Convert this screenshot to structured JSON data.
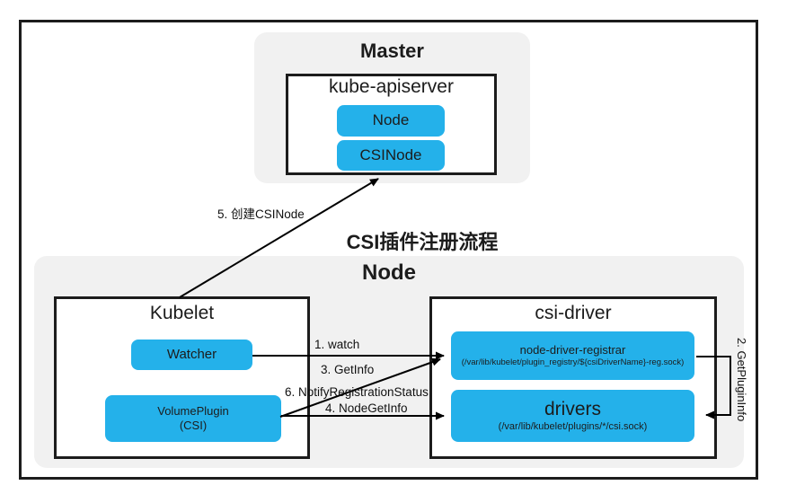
{
  "colors": {
    "accent_blue": "#24b1ea",
    "panel_gray": "#f1f1f1",
    "ink": "#1c1c1c"
  },
  "diagram": {
    "title": "CSI插件注册流程",
    "master": {
      "label": "Master",
      "apiserver": {
        "label": "kube-apiserver",
        "resources": [
          {
            "label": "Node"
          },
          {
            "label": "CSINode"
          }
        ]
      }
    },
    "node": {
      "label": "Node",
      "kubelet": {
        "label": "Kubelet",
        "watcher": {
          "label": "Watcher"
        },
        "volume_plugin": {
          "line1": "VolumePlugin",
          "line2": "(CSI)"
        }
      },
      "csi_driver": {
        "label": "csi-driver",
        "registrar": {
          "name": "node-driver-registrar",
          "socket": "(/var/lib/kubelet/plugin_registry/${csiDriverName}-reg.sock)"
        },
        "drivers": {
          "name": "drivers",
          "socket": "(/var/lib/kubelet/plugins/*/csi.sock)"
        }
      }
    },
    "arrows": {
      "watch": "1. watch",
      "get_plugin_info": "2. GetPluginInfo",
      "get_info": "3. GetInfo",
      "node_get_info": "4. NodeGetInfo",
      "create_csinode": "5. 创建CSINode",
      "notify_registration_status": "6. NotifyRegistrationStatus"
    }
  }
}
